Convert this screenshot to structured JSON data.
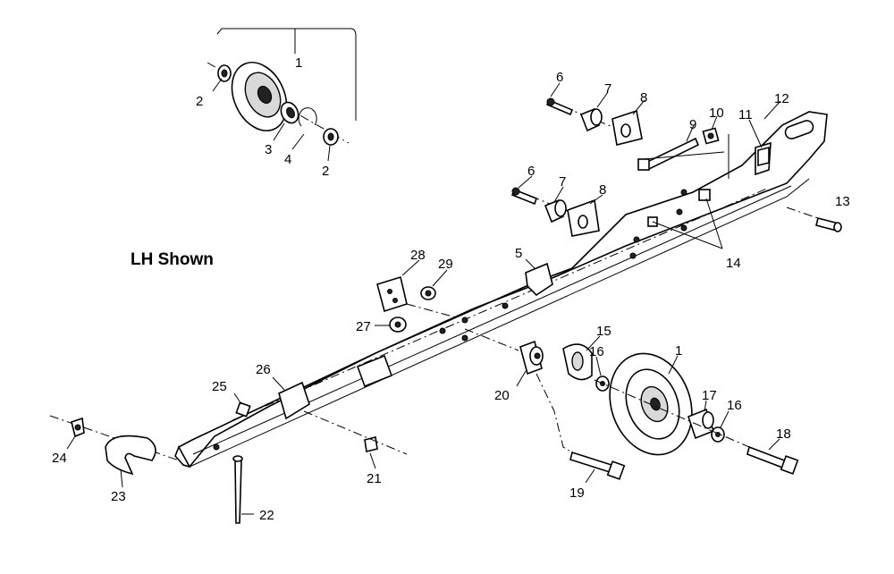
{
  "caption": "LH Shown",
  "callouts": {
    "c1_top": "1",
    "c2_left": "2",
    "c2_right": "2",
    "c3": "3",
    "c4": "4",
    "c6_top": "6",
    "c7_top": "7",
    "c8_top": "8",
    "c9": "9",
    "c10": "10",
    "c11": "11",
    "c12": "12",
    "c13": "13",
    "c6_mid": "6",
    "c7_mid": "7",
    "c8_mid": "8",
    "c14": "14",
    "c5": "5",
    "c28": "28",
    "c29": "29",
    "c27": "27",
    "c15": "15",
    "c16_a": "16",
    "c1_wheel": "1",
    "c17": "17",
    "c16_b": "16",
    "c18": "18",
    "c20": "20",
    "c19": "19",
    "c26": "26",
    "c25": "25",
    "c24": "24",
    "c23": "23",
    "c21": "21",
    "c22": "22"
  }
}
